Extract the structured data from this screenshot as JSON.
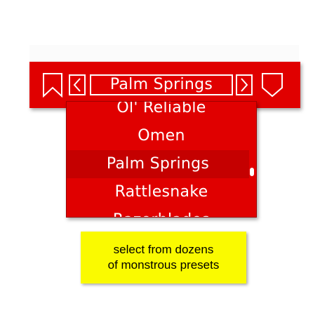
{
  "preset_bar": {
    "current_preset": "Palm Springs",
    "prev_icon": "chevron-left-icon",
    "next_icon": "chevron-right-icon",
    "left_icon": "bookmark-icon",
    "right_icon": "save-preset-icon"
  },
  "dropdown": {
    "items": [
      {
        "label": "Ol' Reliable",
        "selected": false
      },
      {
        "label": "Omen",
        "selected": false
      },
      {
        "label": "Palm Springs",
        "selected": true
      },
      {
        "label": "Rattlesnake",
        "selected": false
      },
      {
        "label": "Razorblades",
        "selected": false
      }
    ]
  },
  "callout": {
    "line1": "select from dozens",
    "line2": "of monstrous presets"
  },
  "colors": {
    "bar": "#e00000",
    "selected_row": "#c50000",
    "callout": "#fafa00"
  }
}
